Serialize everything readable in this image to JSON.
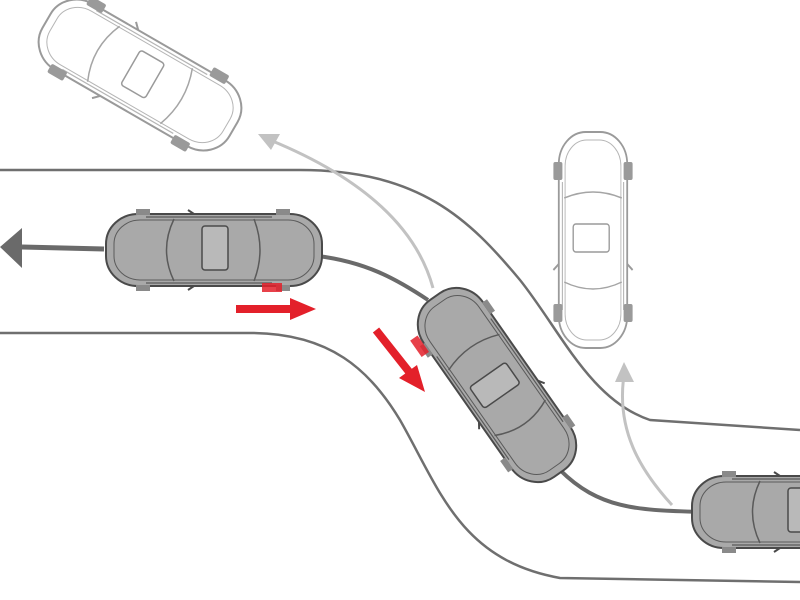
{
  "diagram": {
    "subject": "vehicle-stability-control-oversteer-illustration",
    "colors": {
      "background": "#ffffff",
      "road_edge": "#6f6f6f",
      "car_fill": "#a9a9a9",
      "car_outline": "#4a4a4a",
      "ghost_car_outline": "#9a9a9a",
      "ghost_car_fill": "#ffffff",
      "path_line": "#6a6a6a",
      "deviation_arrow": "#c2c2c2",
      "brake_force_arrow": "#e3202a",
      "entry_arrow": "#6a6a6a"
    },
    "icons": [
      "entry-direction-arrow",
      "brake-force-arrow",
      "deviation-path-arrow",
      "car-top-view",
      "ghost-car-top-view"
    ]
  }
}
